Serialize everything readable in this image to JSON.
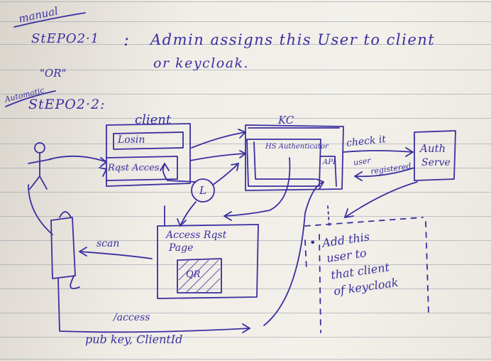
{
  "header": {
    "manual_label": "manual",
    "step1_label": "StEPO2·1",
    "step1_colon": ":",
    "step1_text_line1": "Admin assigns this User to client",
    "step1_text_line2": "or keycloak.",
    "or_label": "\"OR\"",
    "automatic_label": "Automatic",
    "step2_label": "StEPO2·2:"
  },
  "diagram": {
    "client_title": "client",
    "login_label": "Losin",
    "request_access_label": "Rqst Acces",
    "kc_title": "KC",
    "hs_authenticator_label": "HS Authenticator",
    "api_label": "API",
    "check_it_label": "check it",
    "user_registered_label_line1": "user",
    "user_registered_label_line2": "registered",
    "auth_server_line1": "Auth",
    "auth_server_line2": "Serve",
    "l_circle_label": "L",
    "access_page_line1": "Access Rqst",
    "access_page_line2": "Page",
    "qr_label": "QR",
    "scan_label": "scan",
    "access_label": "/access",
    "pubkey_label": "pub key, ClientId",
    "note_lines": [
      "Add this",
      "user to",
      "that client",
      "of keycloak"
    ]
  },
  "colors": {
    "ink": "#3a2fa0",
    "paper": "#f1eee8",
    "rule": "#8e9aa8"
  }
}
